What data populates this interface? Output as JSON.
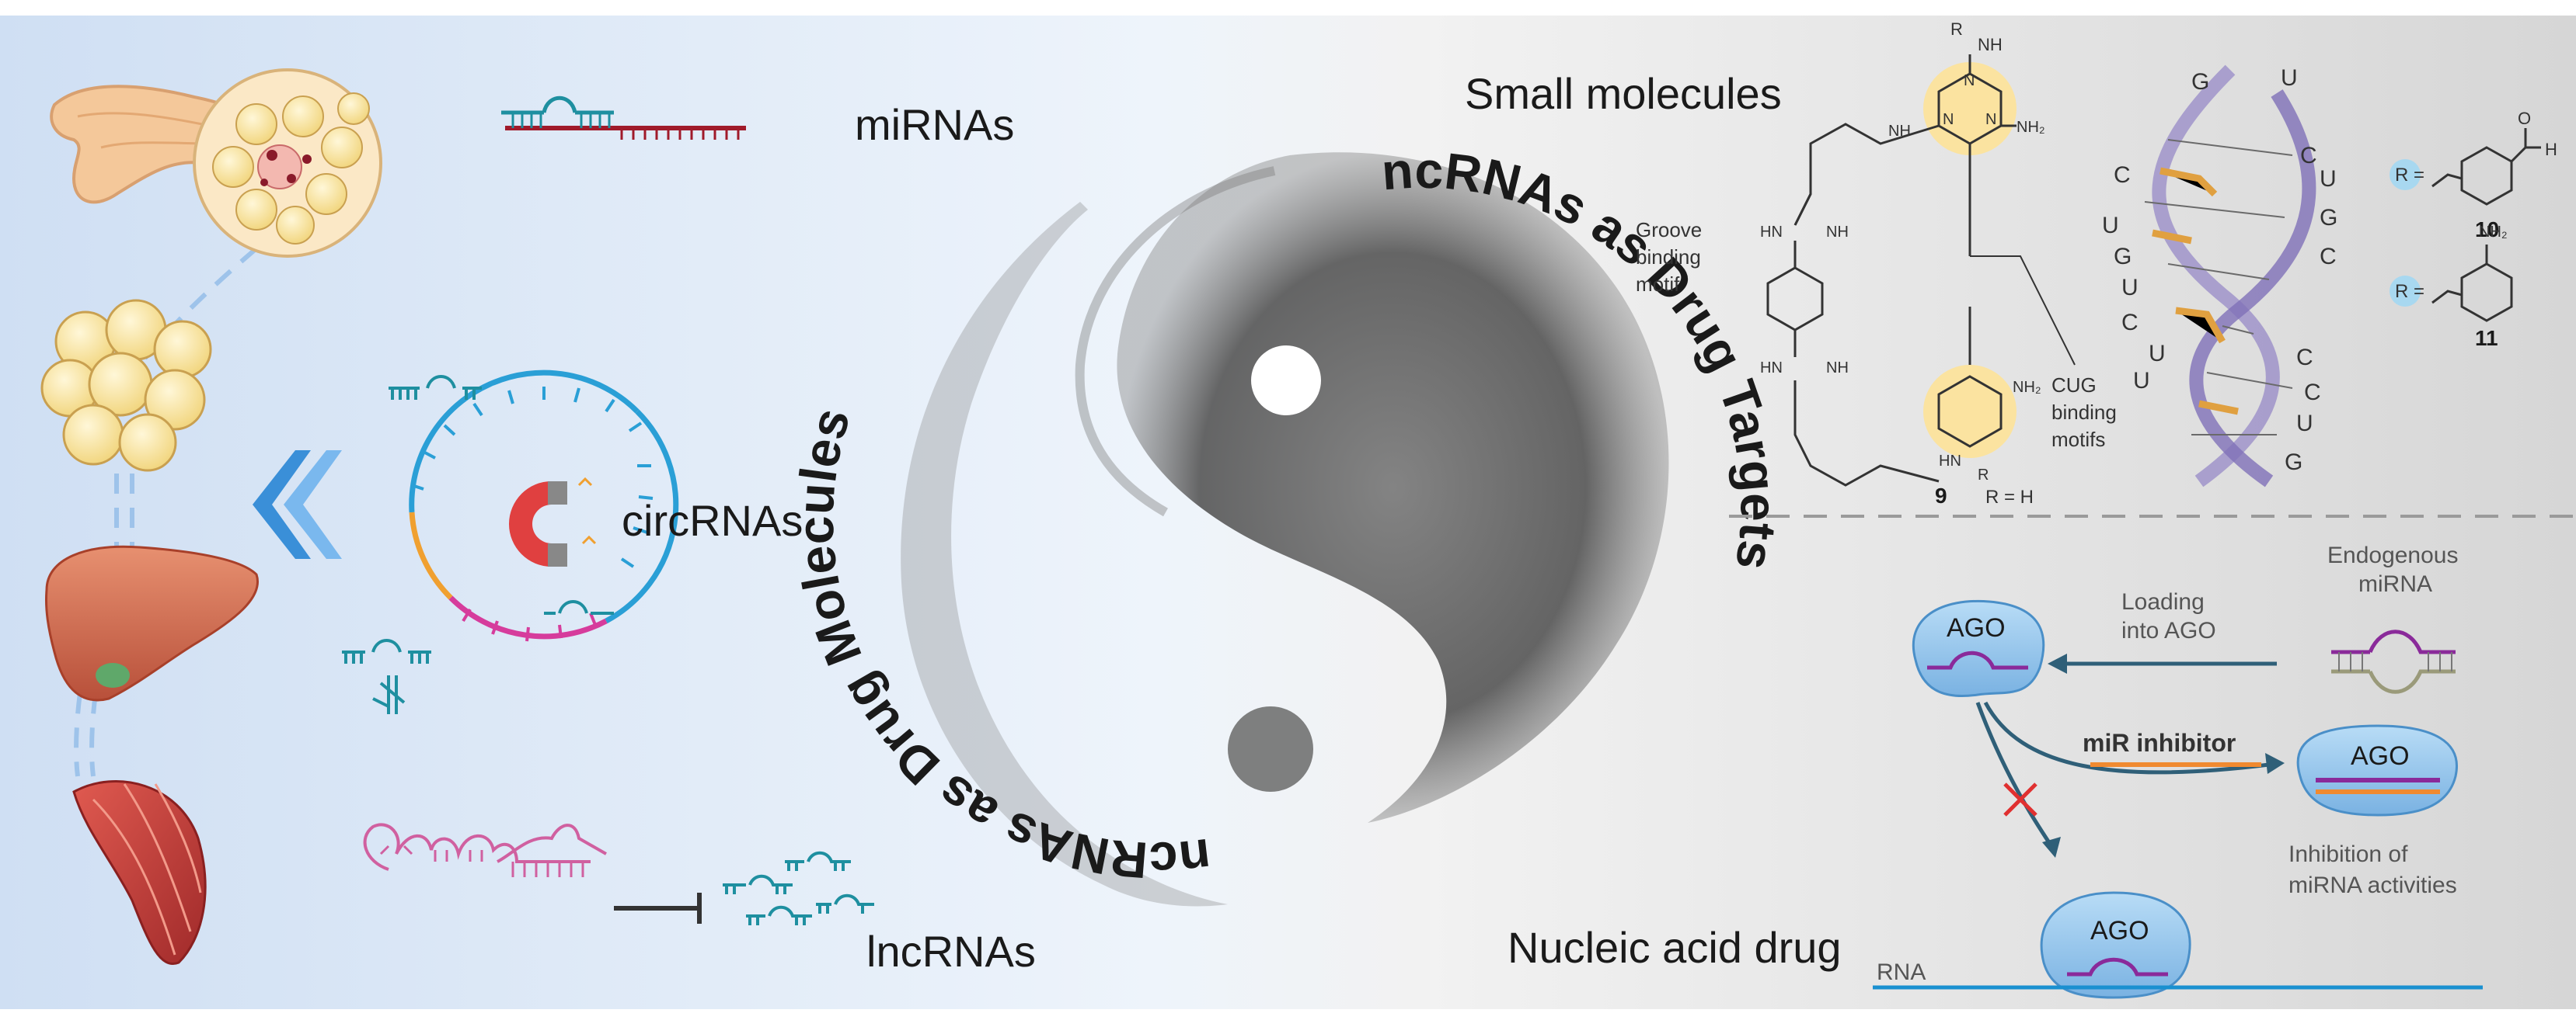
{
  "left_panel": {
    "labels": {
      "mirnas": "miRNAs",
      "circrnas": "circRNAs",
      "lncrnas": "lncRNAs"
    }
  },
  "center": {
    "left_arc_text": "ncRNAs as Drug Molecules",
    "right_arc_text": "ncRNAs as Drug Targets"
  },
  "right_panel": {
    "small_molecules": {
      "heading": "Small molecules",
      "groove_label": [
        "Groove",
        "binding",
        "motif"
      ],
      "cug_label": [
        "CUG",
        "binding",
        "motifs"
      ],
      "compound_9": "9",
      "r_equals_h": "R = H",
      "r_equals": "R =",
      "compound_10": "10",
      "compound_11": "11",
      "nh_top": "NH",
      "r_top": "R",
      "nh2": "NH₂",
      "hn": "HN",
      "n": "N",
      "h": "H",
      "o": "O",
      "helix_bases": [
        "G",
        "U",
        "C",
        "U",
        "C",
        "G",
        "U",
        "G",
        "C",
        "U",
        "C",
        "U",
        "C",
        "U",
        "C",
        "U",
        "G"
      ]
    },
    "nucleic_acid": {
      "heading": "Nucleic acid drug",
      "endogenous": [
        "Endogenous",
        "miRNA"
      ],
      "loading": [
        "Loading",
        "into AGO"
      ],
      "inhibitor": "miR inhibitor",
      "inhibition": [
        "Inhibition of",
        "miRNA activities"
      ],
      "ago": "AGO",
      "rna": "RNA"
    }
  },
  "colors": {
    "bg_left": "#dbe7f6",
    "bg_right": "#e6e6e6",
    "ink": "#1a1a1a",
    "mirna_teal": "#1e8fa0",
    "mirna_red": "#a01a2a",
    "circ_blue": "#2a9fd6",
    "circ_magenta": "#d63c9c",
    "circ_orange": "#f0a030",
    "lnc_pink": "#d060a0",
    "ago_fill": "#8fc3ea",
    "ago_stroke": "#4a8fc8",
    "purple": "#8a2a9a",
    "inhibitor_orange": "#f08a30",
    "arrow_blue": "#2f5f78",
    "chev_blue": "#3a8fd8",
    "molecule_yellow": "#fbe3a0",
    "rna_line": "#1a90d0"
  }
}
